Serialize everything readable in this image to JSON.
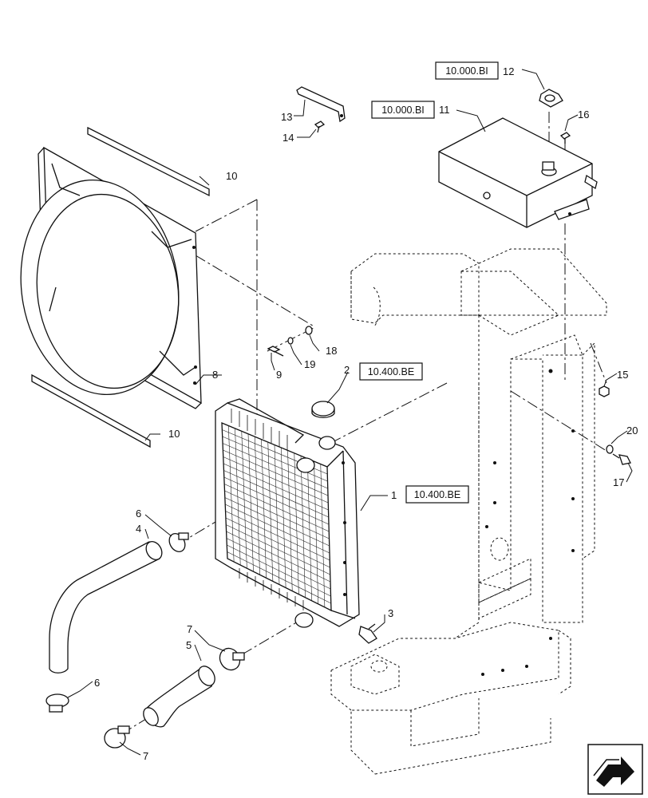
{
  "callouts": {
    "c1": "1",
    "c2": "2",
    "c3": "3",
    "c4": "4",
    "c5": "5",
    "c6a": "6",
    "c6b": "6",
    "c7a": "7",
    "c7b": "7",
    "c8": "8",
    "c9": "9",
    "c10a": "10",
    "c10b": "10",
    "c11": "11",
    "c12": "12",
    "c13": "13",
    "c14": "14",
    "c15": "15",
    "c16": "16",
    "c17": "17",
    "c18": "18",
    "c19": "19",
    "c20": "20"
  },
  "references": {
    "r_bi_12": "10.000.BI",
    "r_bi_11": "10.000.BI",
    "r_be_2": "10.400.BE",
    "r_be_1": "10.400.BE"
  },
  "icons": {
    "nav": "arrow-navigation-icon"
  },
  "colors": {
    "line": "#111111",
    "background": "#ffffff"
  }
}
